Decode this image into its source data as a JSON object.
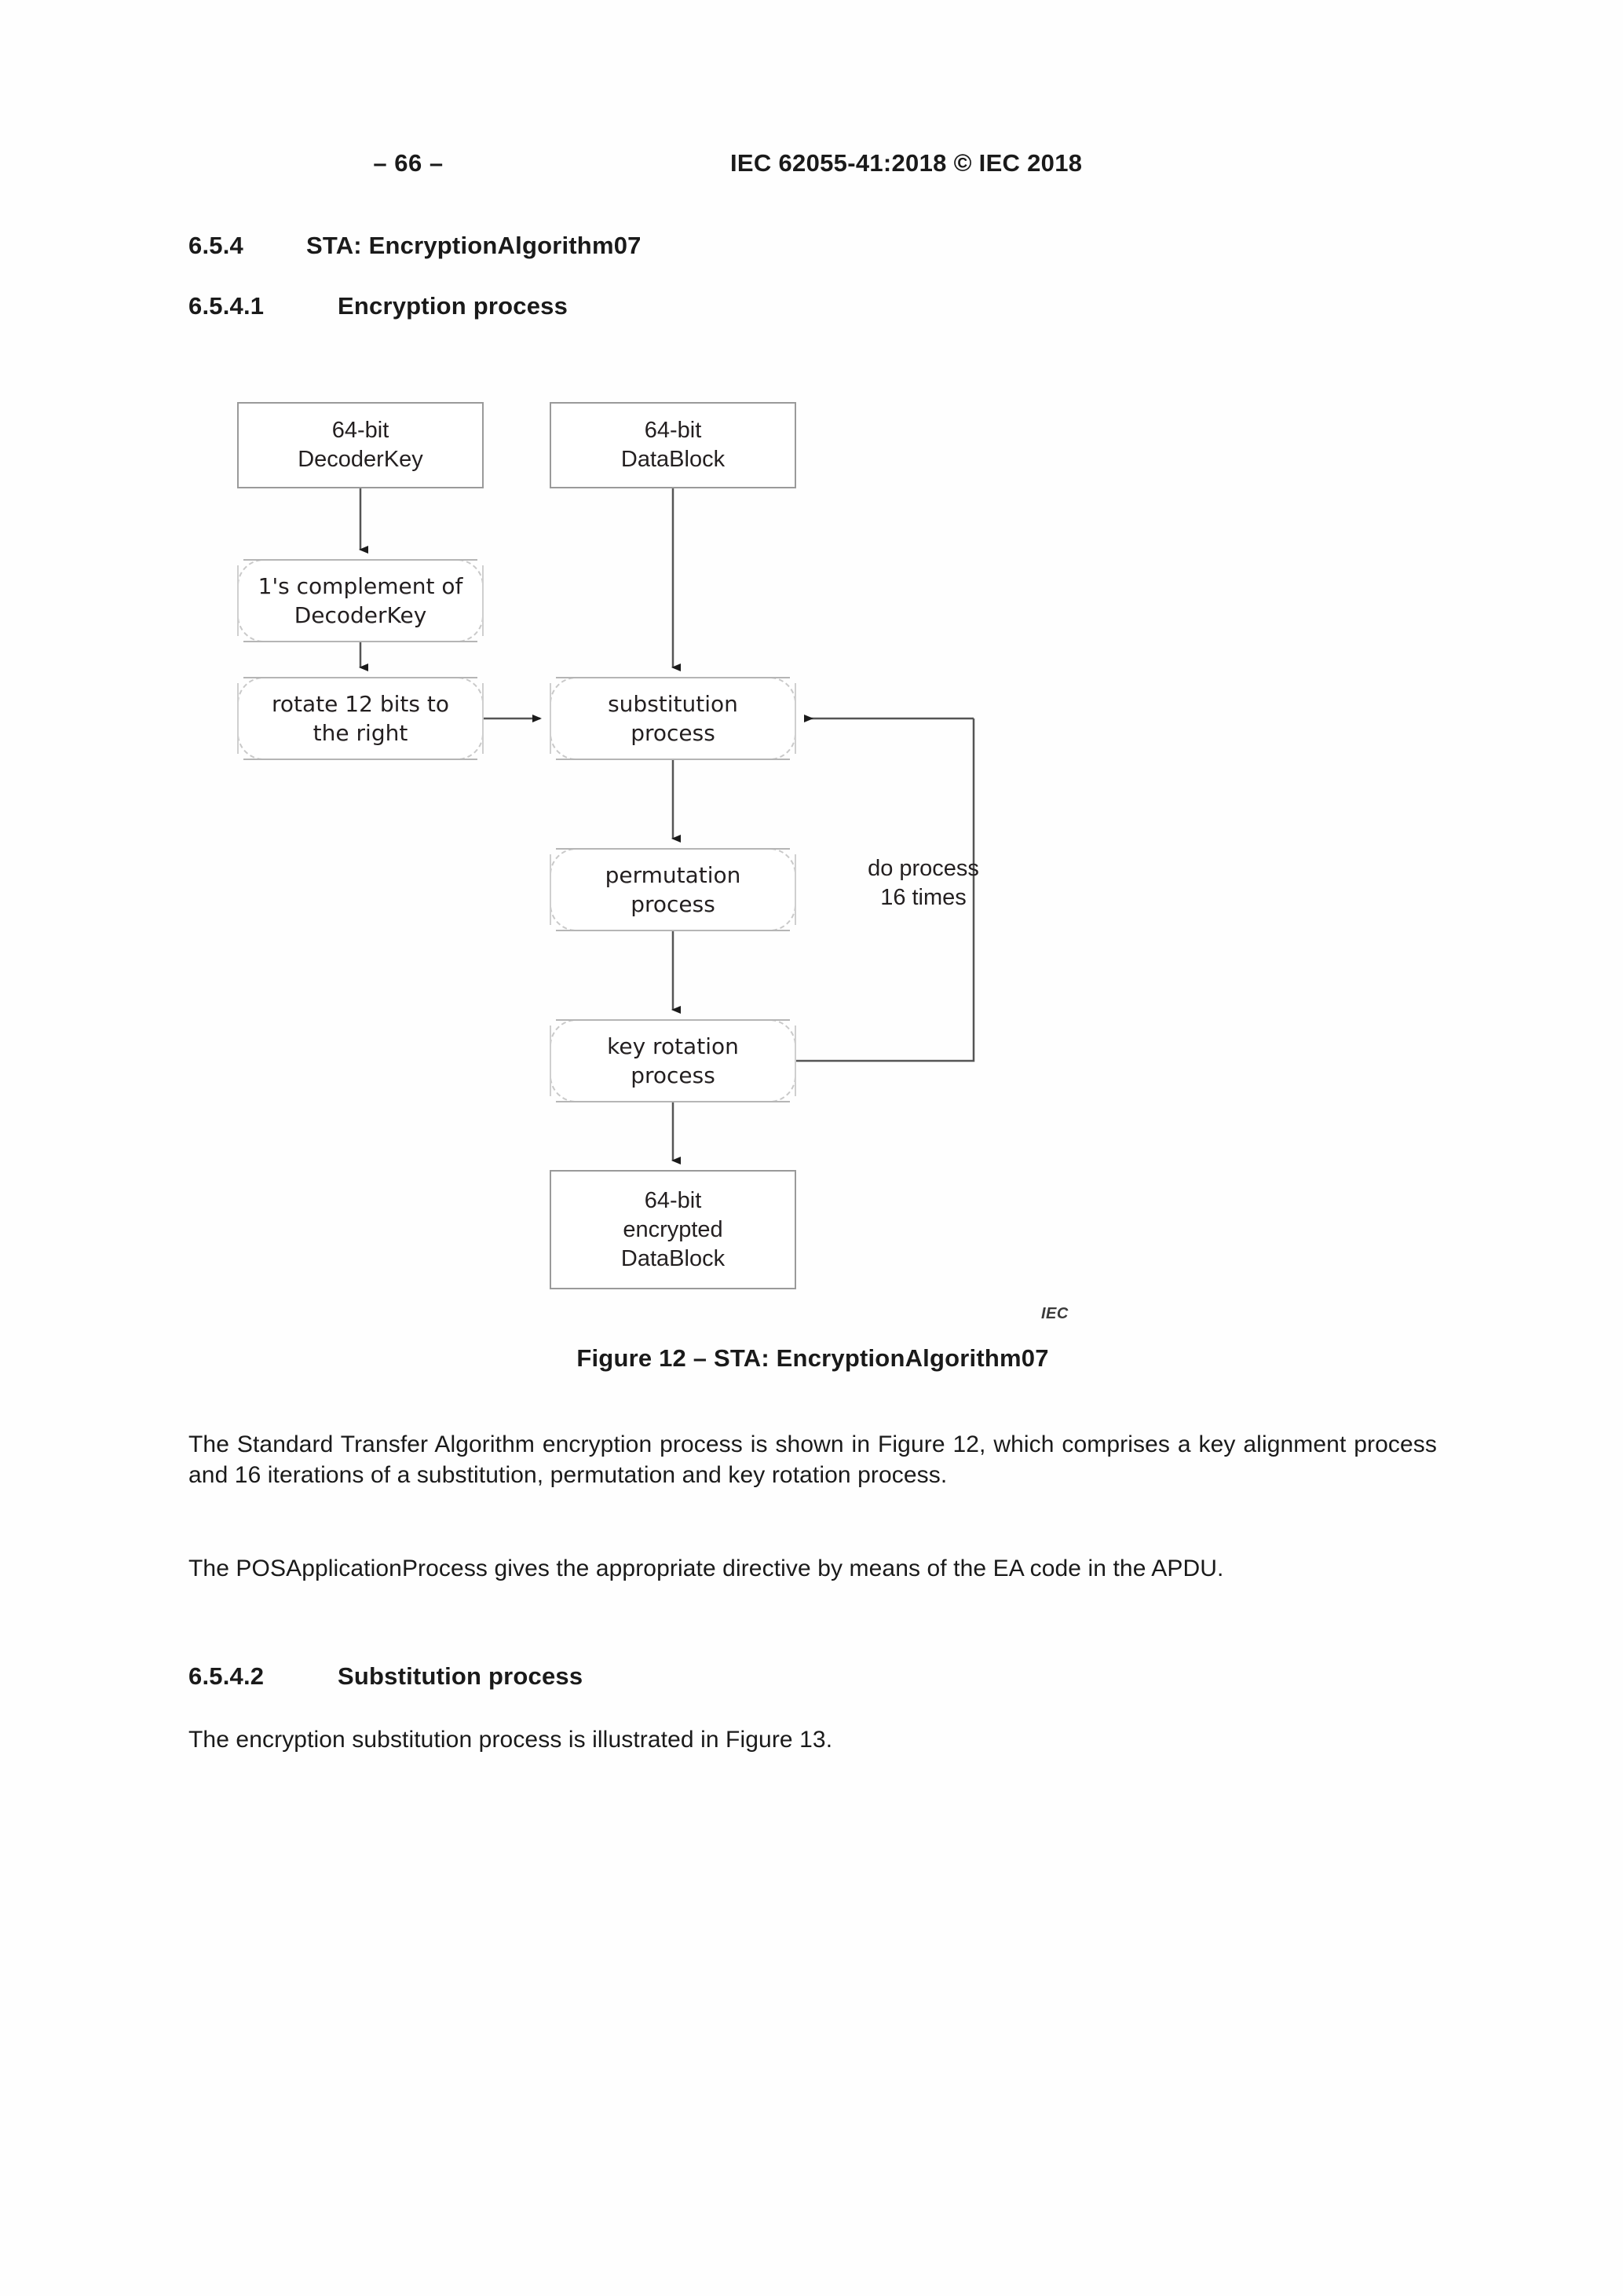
{
  "header": {
    "page_number": "– 66 –",
    "standard_ref": "IEC 62055-41:2018 © IEC 2018"
  },
  "headings": {
    "sec_654_num": "6.5.4",
    "sec_654_title": "STA: EncryptionAlgorithm07",
    "sec_6541_num": "6.5.4.1",
    "sec_6541_title": "Encryption process",
    "sec_6542_num": "6.5.4.2",
    "sec_6542_title": "Substitution process"
  },
  "figure": {
    "caption": "Figure 12 – STA: EncryptionAlgorithm07",
    "attribution": "IEC",
    "loop_label": "do process\n16 times",
    "nodes": {
      "decoder_key": "64-bit\nDecoderKey",
      "data_block": "64-bit\nDataBlock",
      "ones_complement": "1's complement of\nDecoderKey",
      "rotate": "rotate 12 bits to\nthe right",
      "substitution": "substitution\nprocess",
      "permutation": "permutation\nprocess",
      "key_rotation": "key rotation\nprocess",
      "encrypted_block": "64-bit\nencrypted\nDataBlock"
    }
  },
  "paragraphs": {
    "p1": "The Standard Transfer Algorithm encryption process is shown in Figure 12, which comprises a key alignment process and 16 iterations of a substitution, permutation and key rotation process.",
    "p2": "The POSApplicationProcess gives the appropriate directive by means of the EA code in the APDU.",
    "p3": "The encryption substitution process is illustrated in Figure 13."
  },
  "colors": {
    "text": "#1a1a1a",
    "rect_border": "#9a9a9a",
    "round_border": "#c9c9c9",
    "connector": "#555555"
  }
}
